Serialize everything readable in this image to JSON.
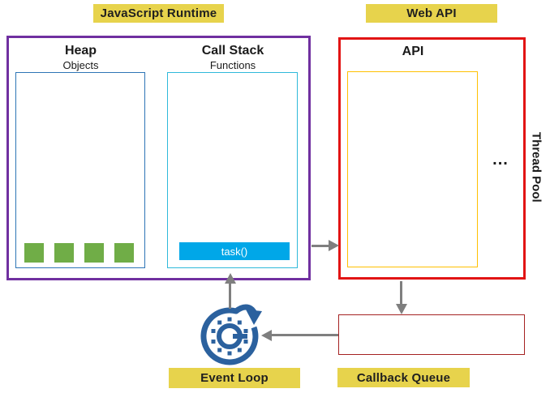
{
  "badges": {
    "javascript_runtime": "JavaScript Runtime",
    "web_api": "Web API",
    "event_loop": "Event Loop",
    "callback_queue": "Callback Queue"
  },
  "runtime": {
    "heap_title": "Heap",
    "heap_subtitle": "Objects",
    "heap_object_count": 4,
    "call_stack_title": "Call Stack",
    "call_stack_subtitle": "Functions",
    "stack_frame_label": "task()"
  },
  "web_api": {
    "api_title": "API",
    "ellipsis": "...",
    "thread_pool_label": "Thread Pool"
  },
  "icons": {
    "event_loop_icon": "circular-refresh-arrow-with-dotted-clock"
  },
  "colors": {
    "badge_yellow": "#E7D34C",
    "badge_text": "#1F1F1F",
    "runtime_border": "#7030A0",
    "webapi_border": "#E21414",
    "callback_border": "#A52222",
    "heap_border": "#2E75B6",
    "stack_border": "#2FB9DA",
    "api_inner_border": "#FFC000",
    "heap_object_green": "#70AD47",
    "task_blue": "#00A7E8",
    "arrow_gray": "#7F7F7F",
    "event_loop_blue": "#2B619E"
  }
}
